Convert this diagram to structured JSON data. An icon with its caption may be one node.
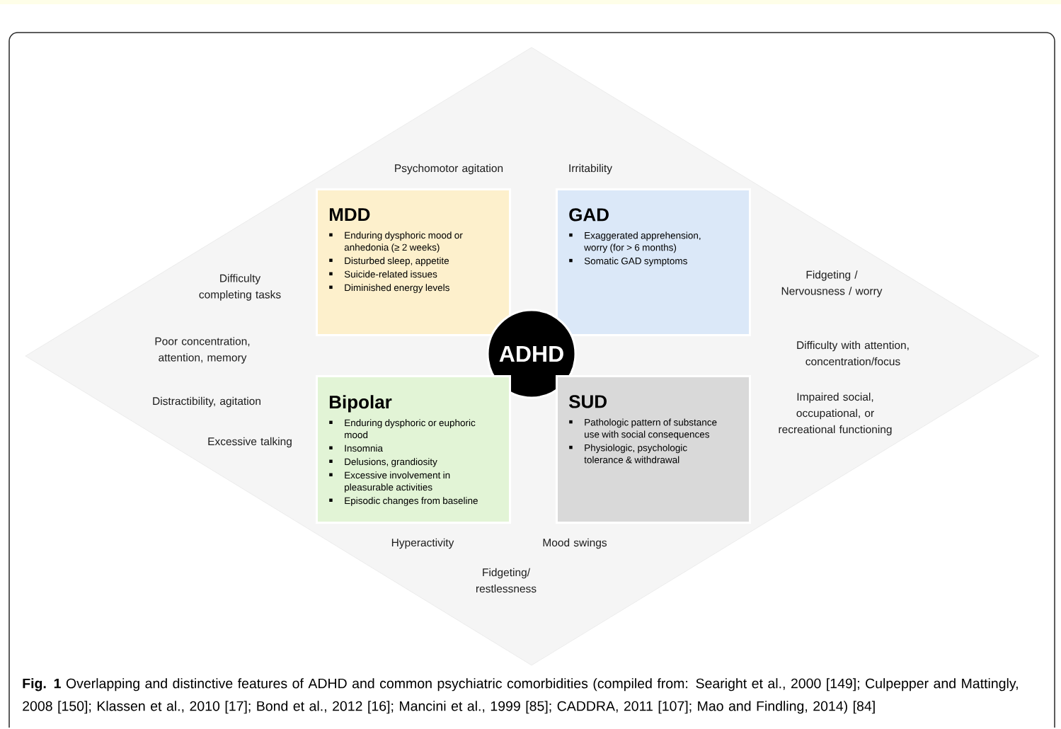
{
  "diagram": {
    "caption": "**Fig. 1** Overlapping and distinctive features of ADHD and common psychiatric comorbidities (compiled from: Searight et al., 2000 [149]; Culpepper and Mattingly, 2008 [150]; Klassen et al., 2010 [17]; Bond et al., 2012 [16]; Mancini et al., 1999 [85]; CADDRA, 2011 [107]; Mao and Findling, 2014) [84]",
    "nodes": [
      {
        "text": [
          "MDD",
          "Enduring dysphoric mood or anhedonia (≥ 2 weeks)",
          "Disturbed sleep, appetite",
          "Suicide-related issues",
          "Diminished energy levels"
        ]
      },
      {
        "text": [
          "GAD",
          "Exaggerated apprehension, worry (for > 6 months)",
          "Somatic GAD symptoms"
        ]
      },
      {
        "text": [
          "ADHD"
        ]
      },
      {
        "text": [
          "Bipolar",
          "Enduring dysphoric or euphoric mood",
          "Insomnia",
          "Delusions, grandiosity",
          "Excessive involvement in pleasurable activities",
          "Episodic changes from baseline"
        ]
      },
      {
        "text": [
          "SUD",
          "Pathologic pattern of substance use with social consequences",
          "Physiologic, psychologic tolerance & withdrawal"
        ]
      }
    ],
    "labels": [
      "Psychomotor agitation",
      "Irritability",
      "Difficulty completing tasks",
      "Fidgeting / Nervousness / worry",
      "Poor concentration, attention, memory",
      "Difficulty with attention, concentration/focus",
      "Distractibility, agitation",
      "Impaired social, occupational, or recreational functioning",
      "Excessive talking",
      "Hyperactivity",
      "Mood swings",
      "Fidgeting/ restlessness"
    ]
  }
}
